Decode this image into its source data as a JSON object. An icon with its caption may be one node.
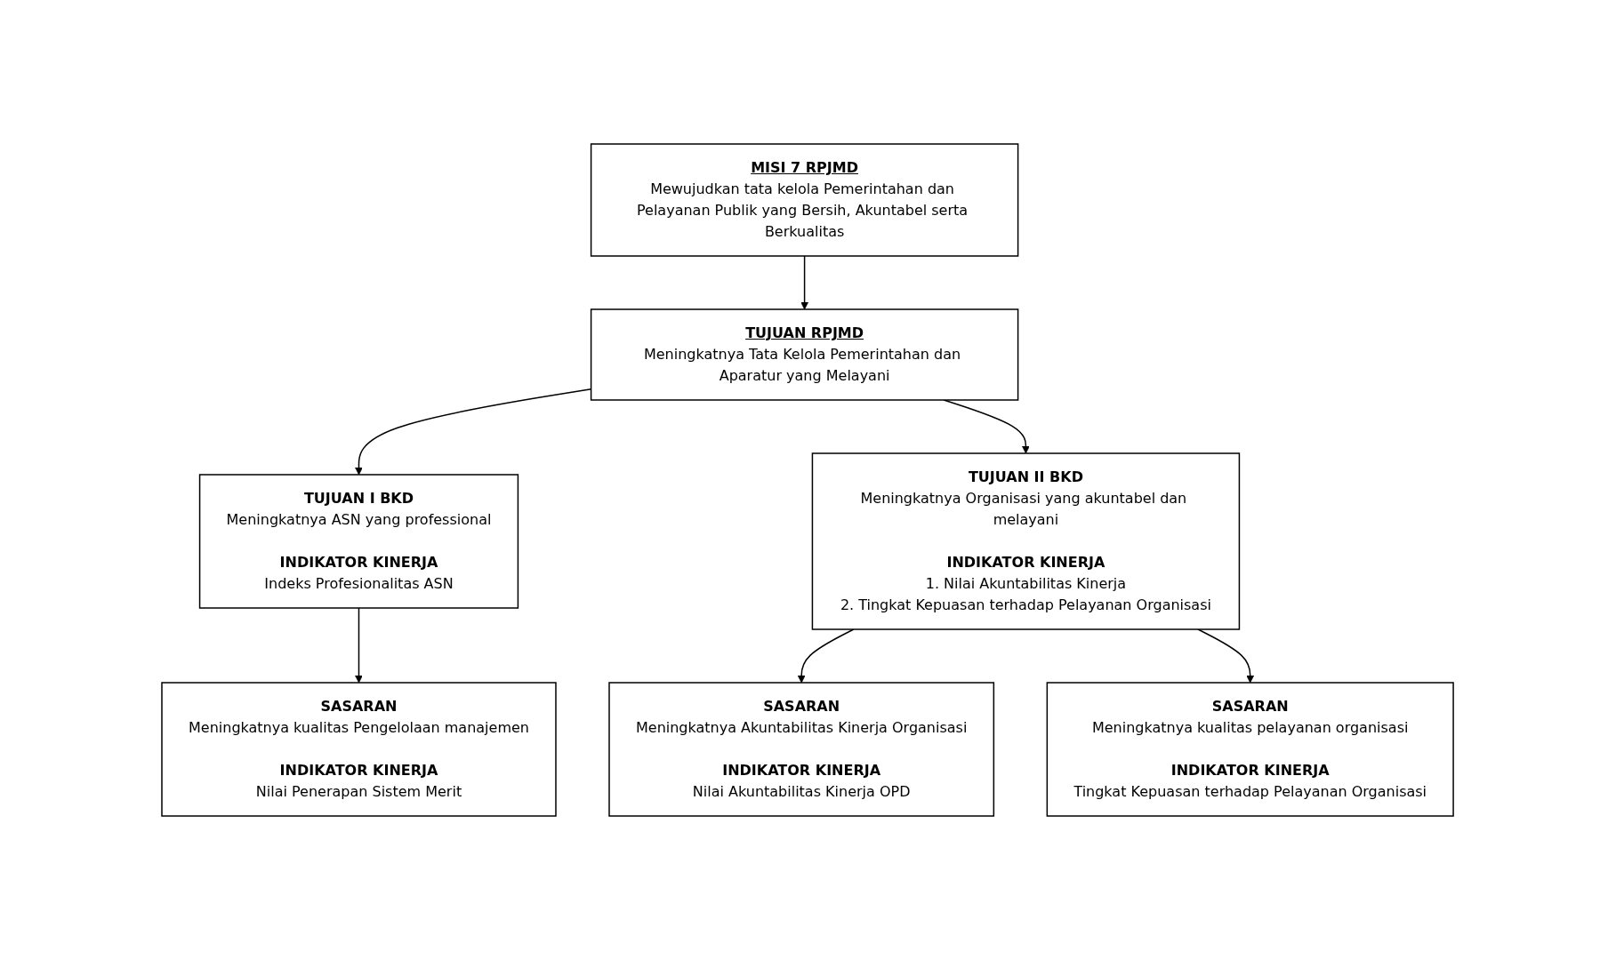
{
  "diagram": {
    "nodes": [
      {
        "text": [
          "MISI 7 RPJMD",
          "Mewujudkan tata kelola Pemerintahan dan Pelayanan Publik yang Bersih, Akuntabel serta Berkualitas"
        ]
      },
      {
        "text": [
          "TUJUAN RPJMD",
          "Meningkatnya Tata Kelola Pemerintahan dan Aparatur yang Melayani"
        ]
      },
      {
        "text": [
          "TUJUAN I BKD",
          "Meningkatnya ASN yang professional",
          "INDIKATOR KINERJA",
          "Indeks Profesionalitas ASN"
        ]
      },
      {
        "text": [
          "TUJUAN II BKD",
          "Meningkatnya Organisasi yang akuntabel dan melayani",
          "INDIKATOR KINERJA",
          "1. Nilai Akuntabilitas Kinerja",
          "2. Tingkat Kepuasan terhadap Pelayanan Organisasi"
        ]
      },
      {
        "text": [
          "SASARAN",
          "Meningkatnya kualitas Pengelolaan manajemen",
          "INDIKATOR KINERJA",
          "Nilai Penerapan Sistem Merit"
        ]
      },
      {
        "text": [
          "SASARAN",
          "Meningkatnya Akuntabilitas Kinerja Organisasi",
          "INDIKATOR KINERJA",
          "Nilai Akuntabilitas Kinerja OPD"
        ]
      },
      {
        "text": [
          "SASARAN",
          "Meningkatnya kualitas pelayanan organisasi",
          "INDIKATOR KINERJA",
          "Tingkat Kepuasan terhadap Pelayanan Organisasi"
        ]
      }
    ],
    "edges": [
      {
        "from": 0,
        "to": 1,
        "arrow": "to"
      },
      {
        "from": 1,
        "to": 2,
        "arrow": "to"
      },
      {
        "from": 1,
        "to": 3,
        "arrow": "to"
      },
      {
        "from": 2,
        "to": 4,
        "arrow": "to"
      },
      {
        "from": 3,
        "to": 5,
        "arrow": "to"
      },
      {
        "from": 3,
        "to": 6,
        "arrow": "to"
      }
    ]
  }
}
